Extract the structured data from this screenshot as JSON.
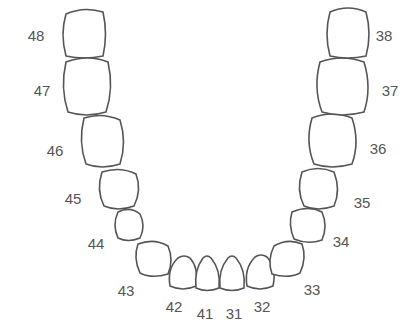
{
  "diagram": {
    "labels": [
      "48",
      "38",
      "47",
      "37",
      "46",
      "36",
      "45",
      "35",
      "44",
      "34",
      "43",
      "42",
      "41",
      "31",
      "32",
      "33"
    ]
  }
}
